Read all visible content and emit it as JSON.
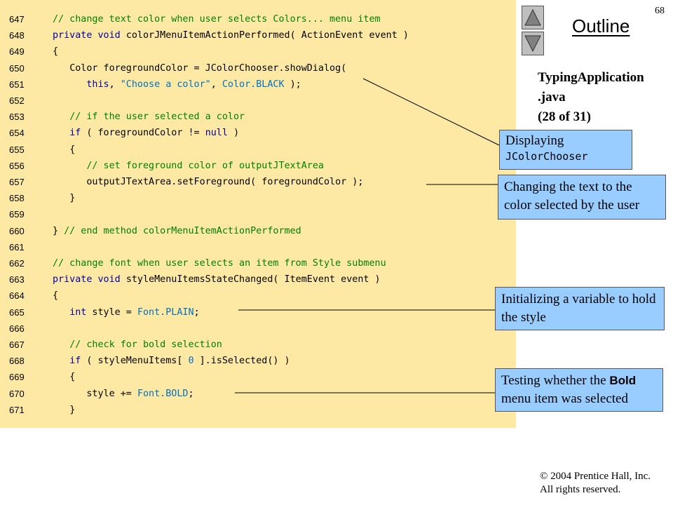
{
  "page_number": "68",
  "outline": {
    "title": "Outline"
  },
  "file_info": {
    "name": "TypingApplication",
    "ext": ".java",
    "position": "(28 of 31)"
  },
  "code_lines": [
    {
      "num": "647",
      "indent": "",
      "tokens": [
        [
          "green",
          "// change text color when user selects Colors... menu item"
        ]
      ]
    },
    {
      "num": "648",
      "indent": "",
      "tokens": [
        [
          "blue",
          "private void "
        ],
        [
          "black",
          "colorJMenuItemActionPerformed( ActionEvent event )"
        ]
      ]
    },
    {
      "num": "649",
      "indent": "",
      "tokens": [
        [
          "black",
          "{"
        ]
      ]
    },
    {
      "num": "650",
      "indent": "   ",
      "tokens": [
        [
          "black",
          "Color foregroundColor = JColorChooser.showDialog("
        ]
      ]
    },
    {
      "num": "651",
      "indent": "      ",
      "tokens": [
        [
          "blue",
          "this"
        ],
        [
          "black",
          ", "
        ],
        [
          "lblue",
          "\"Choose a color\""
        ],
        [
          "black",
          ", "
        ],
        [
          "lblue",
          "Color.BLACK"
        ],
        [
          "black",
          " );"
        ]
      ]
    },
    {
      "num": "652",
      "indent": "",
      "tokens": []
    },
    {
      "num": "653",
      "indent": "   ",
      "tokens": [
        [
          "green",
          "// if the user selected a color"
        ]
      ]
    },
    {
      "num": "654",
      "indent": "   ",
      "tokens": [
        [
          "blue",
          "if"
        ],
        [
          "black",
          " ( foregroundColor != "
        ],
        [
          "blue",
          "null"
        ],
        [
          "black",
          " )"
        ]
      ]
    },
    {
      "num": "655",
      "indent": "   ",
      "tokens": [
        [
          "black",
          "{"
        ]
      ]
    },
    {
      "num": "656",
      "indent": "      ",
      "tokens": [
        [
          "green",
          "// set foreground color of outputJTextArea"
        ]
      ]
    },
    {
      "num": "657",
      "indent": "      ",
      "tokens": [
        [
          "black",
          "outputJTextArea.setForeground( foregroundColor );"
        ]
      ]
    },
    {
      "num": "658",
      "indent": "   ",
      "tokens": [
        [
          "black",
          "}"
        ]
      ]
    },
    {
      "num": "659",
      "indent": "",
      "tokens": []
    },
    {
      "num": "660",
      "indent": "",
      "tokens": [
        [
          "black",
          "} "
        ],
        [
          "green",
          "// end method colorMenuItemActionPerformed"
        ]
      ]
    },
    {
      "num": "661",
      "indent": "",
      "tokens": []
    },
    {
      "num": "662",
      "indent": "",
      "tokens": [
        [
          "green",
          "// change font when user selects an item from Style submenu"
        ]
      ]
    },
    {
      "num": "663",
      "indent": "",
      "tokens": [
        [
          "blue",
          "private void "
        ],
        [
          "black",
          "styleMenuItemsStateChanged( ItemEvent event )"
        ]
      ]
    },
    {
      "num": "664",
      "indent": "",
      "tokens": [
        [
          "black",
          "{"
        ]
      ]
    },
    {
      "num": "665",
      "indent": "   ",
      "tokens": [
        [
          "blue",
          "int"
        ],
        [
          "black",
          " style = "
        ],
        [
          "lblue",
          "Font.PLAIN"
        ],
        [
          "black",
          ";"
        ]
      ]
    },
    {
      "num": "666",
      "indent": "",
      "tokens": []
    },
    {
      "num": "667",
      "indent": "   ",
      "tokens": [
        [
          "green",
          "// check for bold selection"
        ]
      ]
    },
    {
      "num": "668",
      "indent": "   ",
      "tokens": [
        [
          "blue",
          "if"
        ],
        [
          "black",
          " ( styleMenuItems[ "
        ],
        [
          "lblue",
          "0"
        ],
        [
          "black",
          " ].isSelected() )"
        ]
      ]
    },
    {
      "num": "669",
      "indent": "   ",
      "tokens": [
        [
          "black",
          "{"
        ]
      ]
    },
    {
      "num": "670",
      "indent": "      ",
      "tokens": [
        [
          "black",
          "style += "
        ],
        [
          "lblue",
          "Font.BOLD"
        ],
        [
          "black",
          ";"
        ]
      ]
    },
    {
      "num": "671",
      "indent": "   ",
      "tokens": [
        [
          "black",
          "}"
        ]
      ]
    }
  ],
  "callouts": {
    "c1": {
      "text": "Displaying ",
      "code": "JColorChooser"
    },
    "c2": {
      "text": "Changing the text to the color selected by the user"
    },
    "c3": {
      "text": "Initializing a variable to hold the style"
    },
    "c4": {
      "pre": "Testing whether the ",
      "bold": "Bold",
      "post": " menu item was selected"
    }
  },
  "copyright": {
    "line1": "© 2004 Prentice Hall, Inc.",
    "line2": "All rights reserved."
  },
  "colors": {
    "code_bg": "#fde9a4",
    "comment": "#008000",
    "keyword": "#0000a0",
    "literal": "#0070c0",
    "callout_bg": "#99ccff"
  },
  "icons": {
    "prev": "up-triangle-icon",
    "next": "down-triangle-icon"
  }
}
